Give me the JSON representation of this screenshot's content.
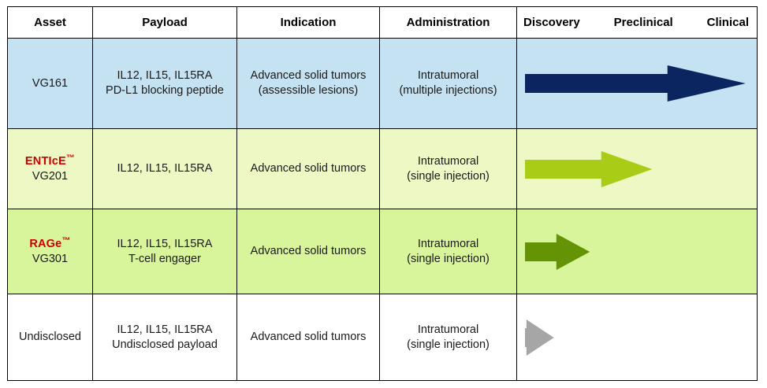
{
  "table": {
    "columns": [
      {
        "key": "asset",
        "label": "Asset"
      },
      {
        "key": "payload",
        "label": "Payload"
      },
      {
        "key": "indication",
        "label": "Indication"
      },
      {
        "key": "administration",
        "label": "Administration"
      },
      {
        "key": "progress",
        "label": ""
      }
    ],
    "phase_labels": [
      "Discovery",
      "Preclinical",
      "Clinical"
    ],
    "rows": [
      {
        "asset": {
          "brand": "",
          "trademark": "",
          "code": "VG161"
        },
        "payload": [
          "IL12, IL15, IL15RA",
          "PD-L1 blocking peptide"
        ],
        "indication": [
          "Advanced solid tumors",
          "(assessible lesions)"
        ],
        "administration": [
          "Intratumoral",
          "(multiple injections)"
        ],
        "row_color": "#c5e2f2",
        "arrow": {
          "name": "clinical-stage-arrow",
          "color": "#0a2560",
          "length_pct": 96,
          "stage_reached": "Clinical"
        }
      },
      {
        "asset": {
          "brand": "ENTIcE",
          "trademark": "™",
          "code": "VG201"
        },
        "payload": [
          "IL12, IL15, IL15RA"
        ],
        "indication": [
          "Advanced solid tumors"
        ],
        "administration": [
          "Intratumoral",
          "(single injection)"
        ],
        "row_color": "#edf8c5",
        "arrow": {
          "name": "preclinical-stage-arrow",
          "color": "#a9cd16",
          "length_pct": 57,
          "stage_reached": "Preclinical"
        }
      },
      {
        "asset": {
          "brand": "RAGe",
          "trademark": "™",
          "code": "VG301"
        },
        "payload": [
          "IL12, IL15, IL15RA",
          "T-cell engager"
        ],
        "indication": [
          "Advanced solid tumors"
        ],
        "administration": [
          "Intratumoral",
          "(single injection)"
        ],
        "row_color": "#d8f59b",
        "arrow": {
          "name": "late-discovery-stage-arrow",
          "color": "#659306",
          "length_pct": 31,
          "stage_reached": "Discovery"
        }
      },
      {
        "asset": {
          "brand": "",
          "trademark": "",
          "code": "Undisclosed"
        },
        "payload": [
          "IL12, IL15, IL15RA",
          "Undisclosed payload"
        ],
        "indication": [
          "Advanced solid tumors"
        ],
        "administration": [
          "Intratumoral",
          "(single injection)"
        ],
        "row_color": "#ffffff",
        "arrow": {
          "name": "early-discovery-stage-arrow",
          "color": "#a6a6a6",
          "length_pct": 16,
          "stage_reached": "Discovery"
        }
      }
    ]
  },
  "colors": {
    "brand_red": "#cc0000",
    "border": "#000000",
    "row_blue": "#c5e2f2",
    "row_yellow": "#edf8c5",
    "row_green": "#d8f59b",
    "row_white": "#ffffff",
    "arrow_navy": "#0a2560",
    "arrow_yellow_green": "#a9cd16",
    "arrow_olive": "#659306",
    "arrow_gray": "#a6a6a6"
  }
}
